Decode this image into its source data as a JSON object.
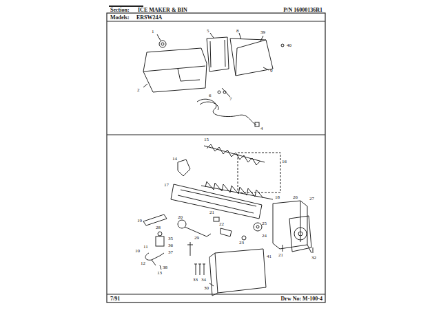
{
  "diagram": {
    "title": "ICE MAKER & BIN",
    "labels": [
      "Section:",
      "P/N 16000136R1",
      "Models:",
      "ERSW24A",
      "7/91",
      "Drw No: M-100-4",
      "1",
      "2",
      "5",
      "8",
      "39",
      "40",
      "9",
      "6",
      "7",
      "4",
      "15",
      "16",
      "14",
      "17",
      "18",
      "26",
      "27",
      "19",
      "20",
      "21",
      "22",
      "23",
      "24",
      "25",
      "28",
      "29",
      "35",
      "36",
      "37",
      "38",
      "10",
      "11",
      "12",
      "13",
      "33",
      "34",
      "30",
      "41",
      "21",
      "32"
    ]
  }
}
